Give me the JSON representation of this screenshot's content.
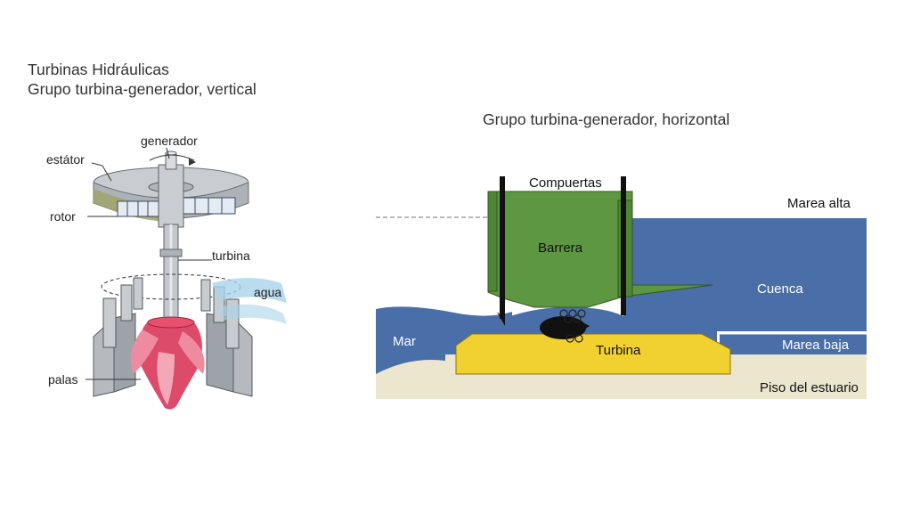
{
  "slide": {
    "title_line1": "Turbinas Hidráulicas",
    "title_line2": "Grupo turbina-generador, vertical",
    "subtitle_horizontal": "Grupo turbina-generador, horizontal"
  },
  "vertical_diagram": {
    "labels": {
      "generador": "generador",
      "estator": "estátor",
      "rotor": "rotor",
      "turbina": "turbina",
      "agua": "agua",
      "palas": "palas"
    }
  },
  "horizontal_diagram": {
    "labels": {
      "compuertas": "Compuertas",
      "marea_alta": "Marea alta",
      "barrera": "Barrera",
      "cuenca": "Cuenca",
      "mar": "Mar",
      "turbina": "Turbina",
      "marea_baja": "Marea baja",
      "piso": "Piso del estuario"
    }
  },
  "colors": {
    "water": "#4a6ea8",
    "barrier": "#5e9742",
    "turbine_base": "#f1d130",
    "floor": "#ede6cf",
    "rotor_blade": "#d8385a",
    "metal": "#b9bec4"
  }
}
